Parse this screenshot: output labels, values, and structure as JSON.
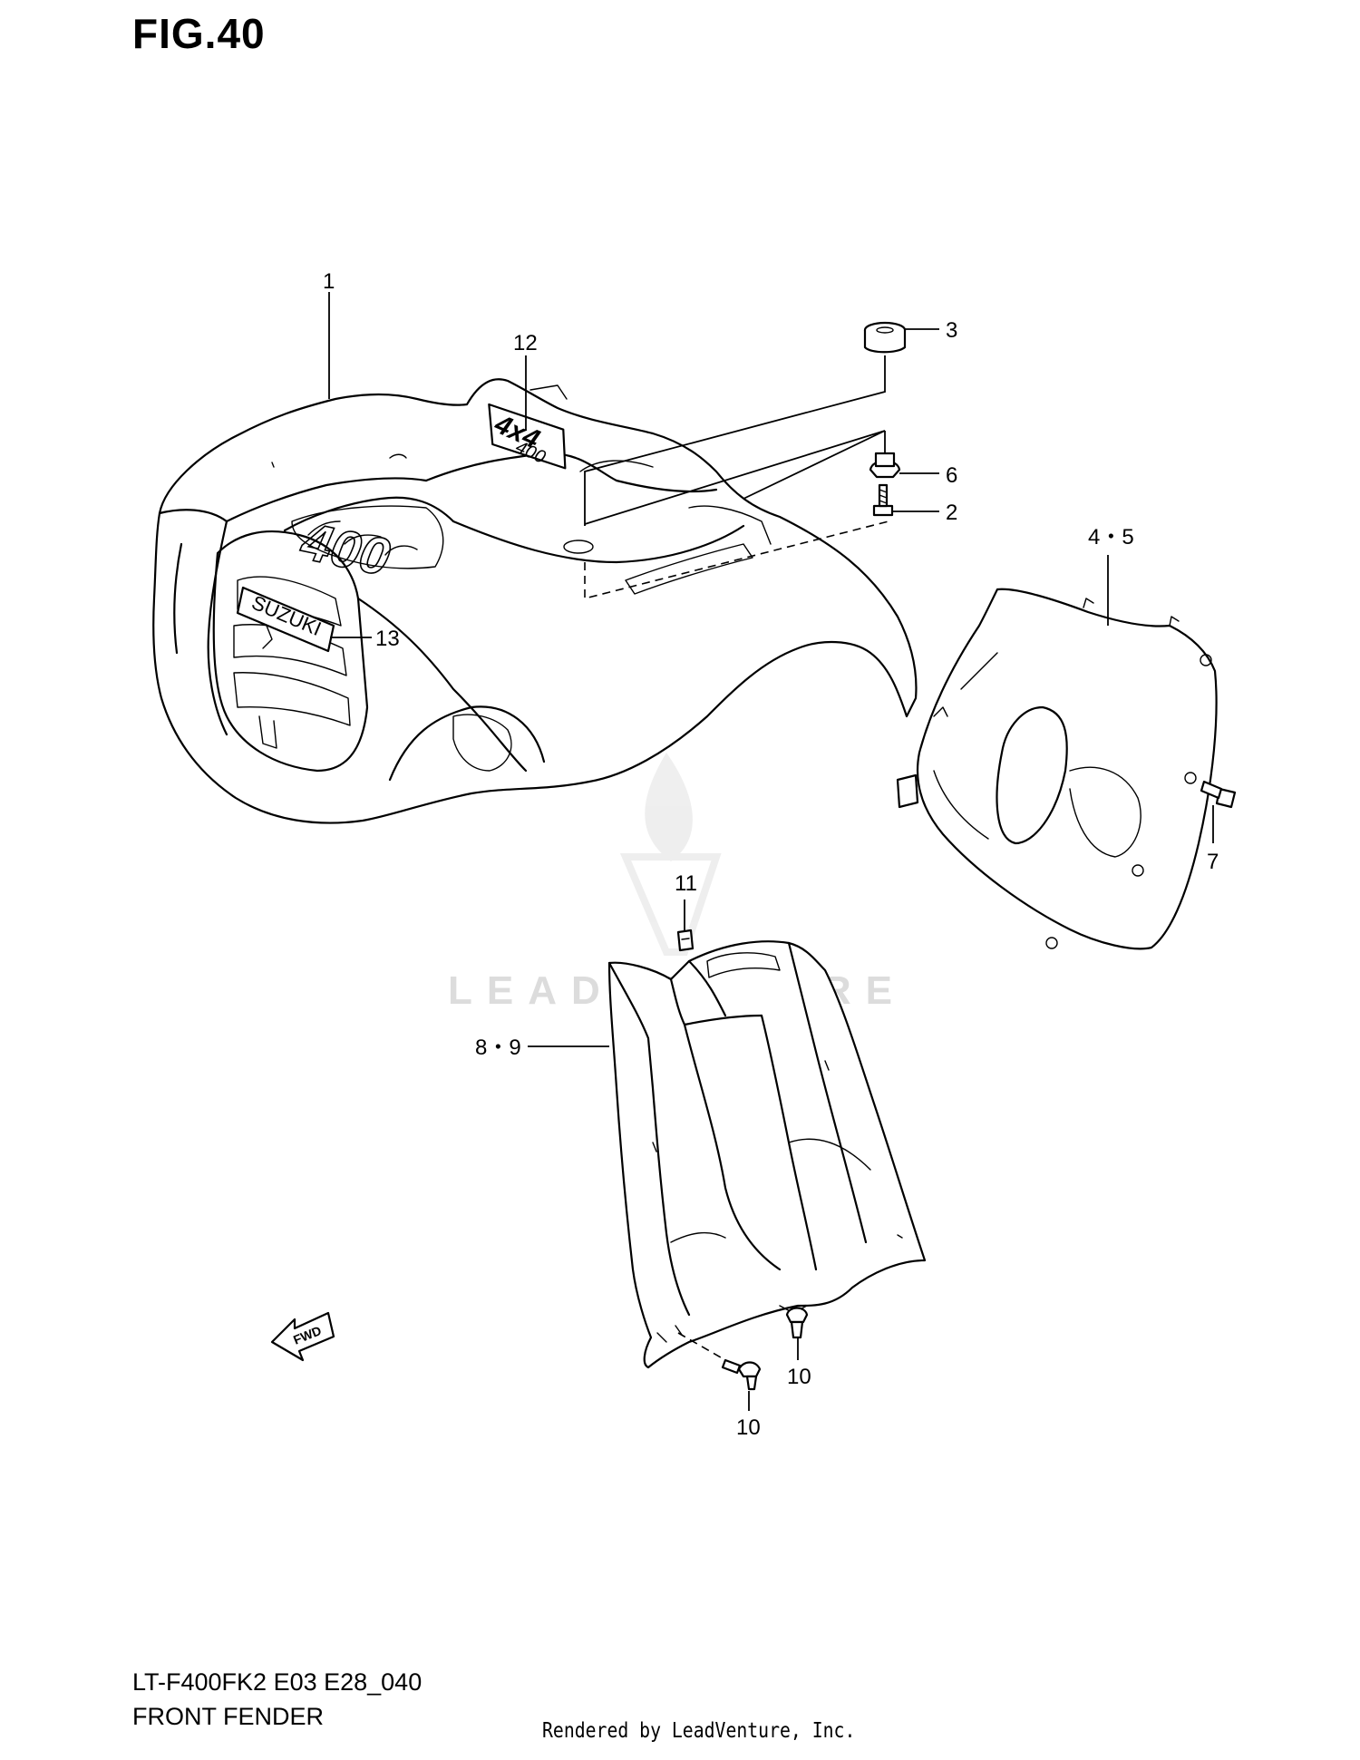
{
  "figure": {
    "title": "FIG.40"
  },
  "callouts": {
    "c1": "1",
    "c2": "2",
    "c3": "3",
    "c4_5": "4・5",
    "c6": "6",
    "c7": "7",
    "c8_9": "8・9",
    "c10a": "10",
    "c10b": "10",
    "c11": "11",
    "c12": "12",
    "c13": "13"
  },
  "emblems": {
    "brand": "SUZUKI",
    "badge_top": "4x4",
    "badge_bottom": "400",
    "hood_script": "400",
    "fwd_arrow": "FWD"
  },
  "watermark": {
    "text": "LEADVENTURE"
  },
  "footer": {
    "model_code": "LT-F400FK2 E03 E28_040",
    "section_name": "FRONT FENDER",
    "rendered_by": "Rendered by LeadVenture, Inc."
  },
  "colors": {
    "ink": "#000000",
    "background": "#ffffff",
    "watermark": "#dcdcdc"
  }
}
